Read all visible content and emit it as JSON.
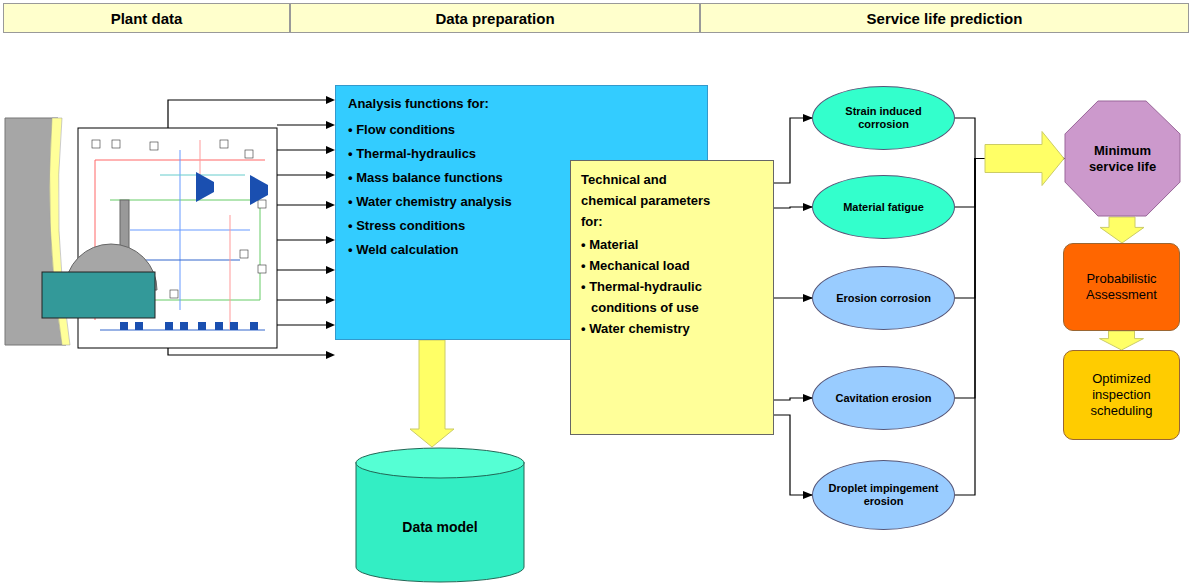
{
  "diagram": {
    "nodes": [
      {
        "text": [
          "Plant data"
        ]
      },
      {
        "text": [
          "Data preparation"
        ]
      },
      {
        "text": [
          "Service life prediction"
        ]
      },
      {
        "text": [
          "Analysis functions for:",
          "• Flow conditions",
          "• Thermal-hydraulics",
          "• Mass balance functions",
          "• Water chemistry analysis",
          "• Stress conditions",
          "• Weld calculation"
        ]
      },
      {
        "text": [
          "Technical and chemical parameters for:",
          "• Material",
          "• Mechanical load",
          "• Thermal-hydraulic conditions of use",
          "• Water chemistry"
        ]
      },
      {
        "text": [
          "Data model"
        ]
      },
      {
        "text": [
          "Strain induced corrosion"
        ]
      },
      {
        "text": [
          "Material fatigue"
        ]
      },
      {
        "text": [
          "Erosion corrosion"
        ]
      },
      {
        "text": [
          "Cavitation erosion"
        ]
      },
      {
        "text": [
          "Droplet impingement erosion"
        ]
      },
      {
        "text": [
          "Minimum service life"
        ]
      },
      {
        "text": [
          "Probabilistic Assessment"
        ]
      },
      {
        "text": [
          "Optimized inspection scheduling"
        ]
      }
    ],
    "edges": [
      {
        "from": 3,
        "to": 5,
        "arrow": "to"
      },
      {
        "from": 4,
        "to": 6,
        "arrow": "to"
      },
      {
        "from": 4,
        "to": 7,
        "arrow": "to"
      },
      {
        "from": 4,
        "to": 8,
        "arrow": "to"
      },
      {
        "from": 4,
        "to": 9,
        "arrow": "to"
      },
      {
        "from": 4,
        "to": 10,
        "arrow": "to"
      },
      {
        "from": 6,
        "to": 11,
        "arrow": "to"
      },
      {
        "from": 7,
        "to": 11,
        "arrow": "to"
      },
      {
        "from": 8,
        "to": 11,
        "arrow": "to"
      },
      {
        "from": 9,
        "to": 11,
        "arrow": "to"
      },
      {
        "from": 10,
        "to": 11,
        "arrow": "to"
      },
      {
        "from": 11,
        "to": 12,
        "arrow": "to"
      },
      {
        "from": 12,
        "to": 13,
        "arrow": "to"
      }
    ]
  }
}
